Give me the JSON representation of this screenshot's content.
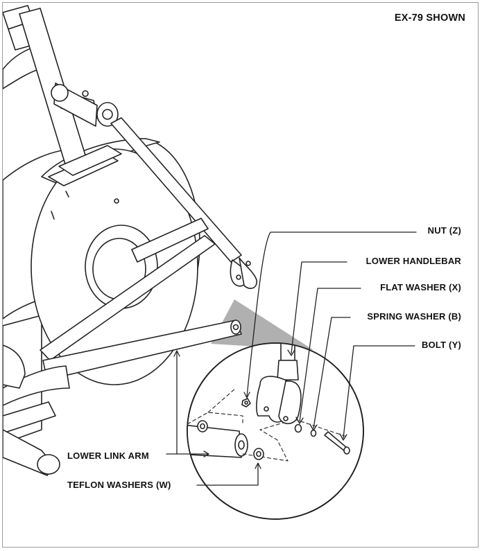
{
  "title": "EX-79 SHOWN",
  "callouts": {
    "nut": "NUT (Z)",
    "lower_handlebar": "LOWER HANDLEBAR",
    "flat_washer": "FLAT WASHER (X)",
    "spring_washer": "SPRING WASHER (B)",
    "bolt": "BOLT (Y)",
    "lower_link_arm": "LOWER LINK ARM",
    "teflon_washers": "TEFLON WASHERS (W)"
  },
  "colors": {
    "line": "#222222",
    "magnifier_cone": "#b0b0b0",
    "frame": "#9a9a9a"
  }
}
